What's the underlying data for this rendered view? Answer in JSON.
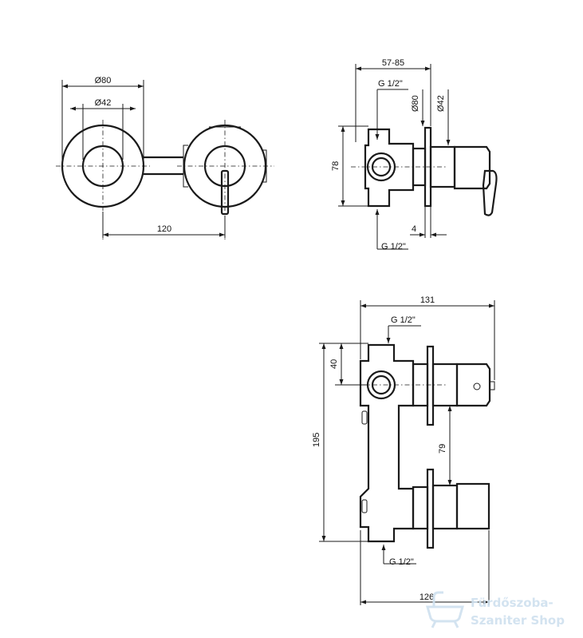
{
  "dimensions": {
    "front_outer_diameter": "Ø80",
    "front_inner_diameter": "Ø42",
    "front_spacing": "120",
    "side_depth_range": "57-85",
    "side_thread_top": "G 1/2\"",
    "side_thread_bottom": "G 1/2\"",
    "side_plate_diameter": "Ø80",
    "side_cap_diameter": "Ø42",
    "side_height": "78",
    "side_plate_thickness": "4",
    "bottom_total_depth": "131",
    "bottom_thread_top": "G 1/2\"",
    "bottom_top_offset": "40",
    "bottom_total_height": "195",
    "bottom_outlet_spacing": "79",
    "bottom_thread_bottom": "G 1/2\"",
    "bottom_depth_lower": "126"
  },
  "watermark": {
    "line1": "Fürdőszoba-",
    "line2": "Szaniter Shop",
    "icon": "bathtub-icon"
  }
}
